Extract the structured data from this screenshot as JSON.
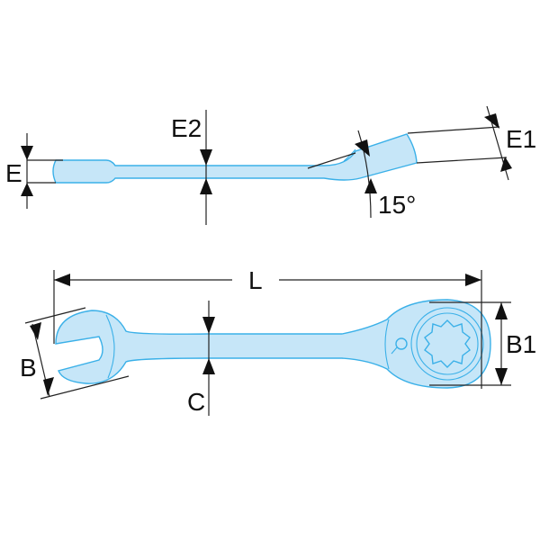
{
  "title": "Ratcheting combination wrench dimensions",
  "side_view": {
    "labels": {
      "E": "E",
      "E2": "E2",
      "E1": "E1",
      "angle": "15°"
    }
  },
  "front_view": {
    "labels": {
      "L": "L",
      "B": "B",
      "C": "C",
      "B1": "B1"
    }
  },
  "colors": {
    "tool_fill": "#c6e6f8",
    "tool_outline": "#3ab0e8",
    "dimension": "#222222"
  }
}
